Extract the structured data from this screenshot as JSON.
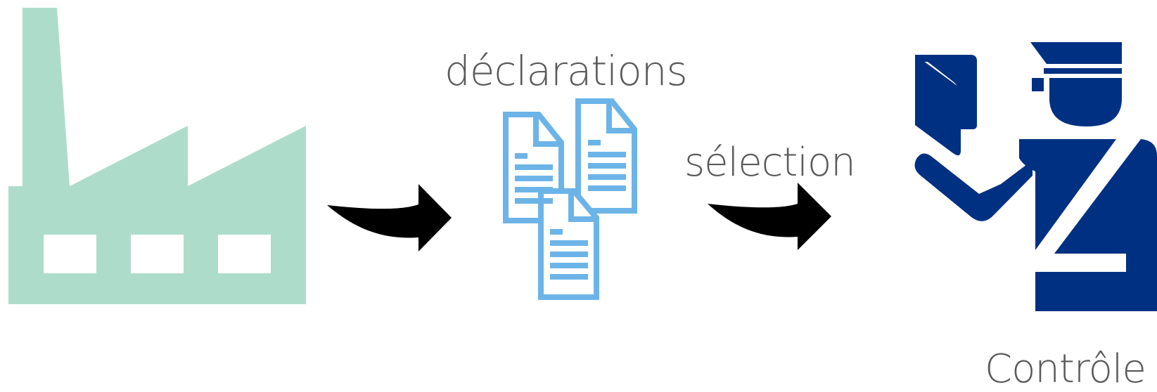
{
  "labels": {
    "declarations": "déclarations",
    "selection": "sélection",
    "controle": "Contrôle"
  },
  "icons": {
    "factory": "factory-icon",
    "documents": "documents-icon",
    "customs_officer": "customs-officer-icon",
    "arrow": "curved-arrow-icon"
  },
  "colors": {
    "factory": "#aedccb",
    "documents": "#6cb4e8",
    "officer": "#003082",
    "arrow": "#000000",
    "text": "#5a5a5a"
  }
}
